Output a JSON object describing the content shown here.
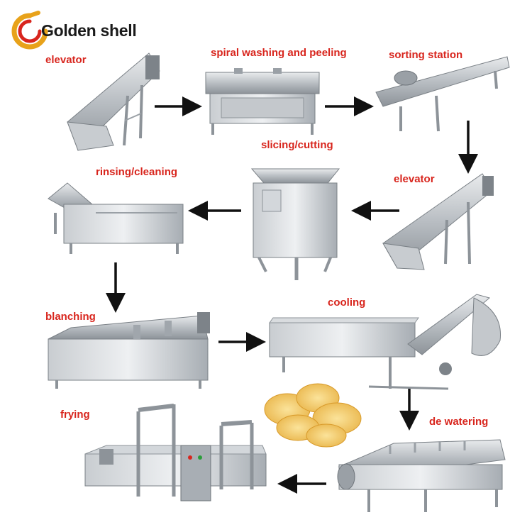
{
  "logo": {
    "text": "Golden shell",
    "accent": "#e8a21a"
  },
  "accent_color": "#d8251d",
  "steps": [
    {
      "id": "elevator-1",
      "label": "elevator"
    },
    {
      "id": "spiral-washing",
      "label": "spiral washing and peeling"
    },
    {
      "id": "sorting-station",
      "label": "sorting station"
    },
    {
      "id": "slicing",
      "label": "slicing/cutting"
    },
    {
      "id": "elevator-2",
      "label": "elevator"
    },
    {
      "id": "rinsing",
      "label": "rinsing/cleaning"
    },
    {
      "id": "blanching",
      "label": "blanching"
    },
    {
      "id": "cooling",
      "label": "cooling"
    },
    {
      "id": "frying",
      "label": "frying"
    },
    {
      "id": "dewatering",
      "label": "de watering"
    }
  ]
}
